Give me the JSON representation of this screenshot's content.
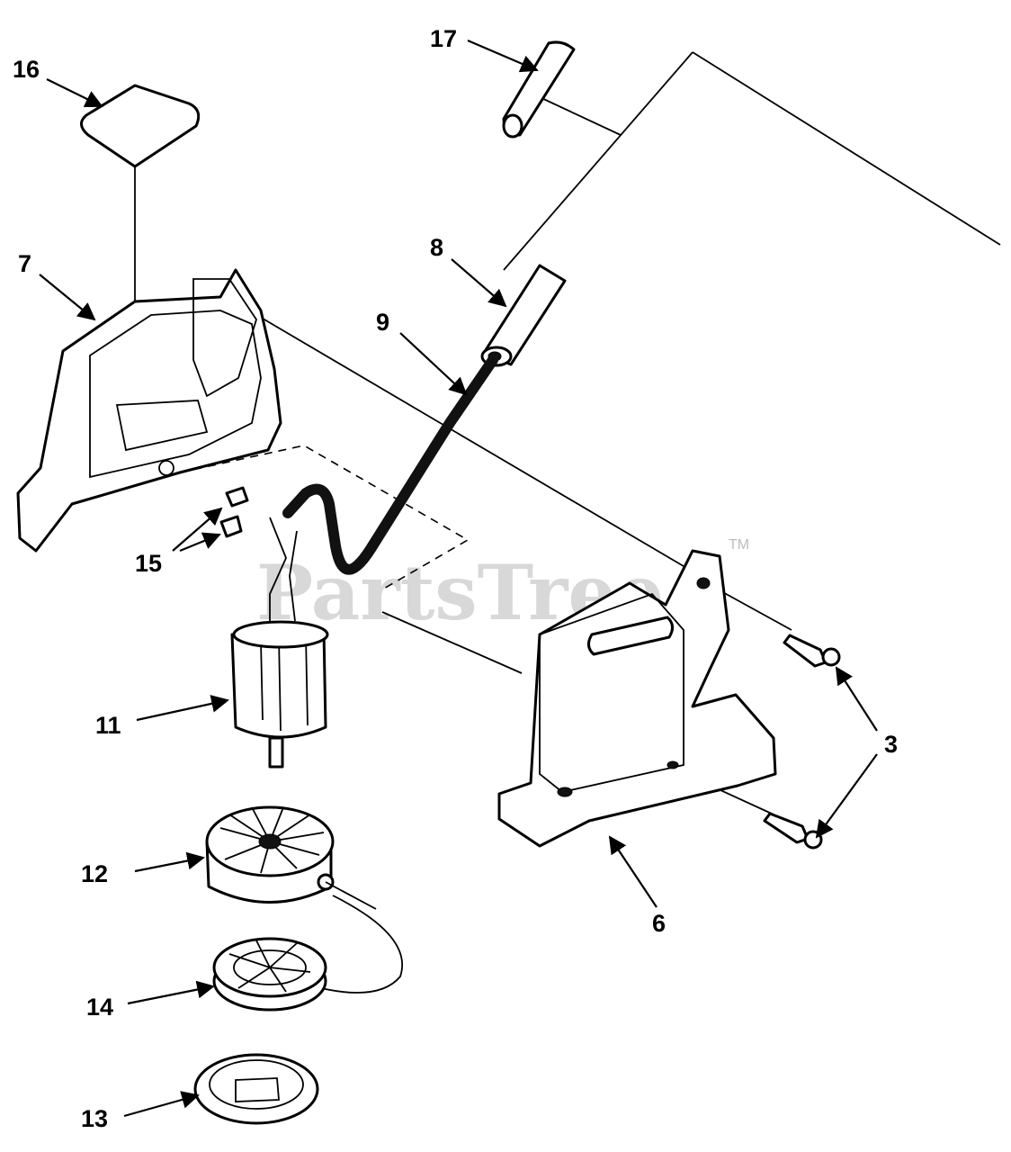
{
  "watermark": {
    "brand": "PartsTree",
    "trademark": "TM"
  },
  "callouts": [
    {
      "id": "16",
      "label": "16"
    },
    {
      "id": "17",
      "label": "17"
    },
    {
      "id": "7",
      "label": "7"
    },
    {
      "id": "8",
      "label": "8"
    },
    {
      "id": "9",
      "label": "9"
    },
    {
      "id": "15",
      "label": "15"
    },
    {
      "id": "11",
      "label": "11"
    },
    {
      "id": "3",
      "label": "3"
    },
    {
      "id": "12",
      "label": "12"
    },
    {
      "id": "6",
      "label": "6"
    },
    {
      "id": "14",
      "label": "14"
    },
    {
      "id": "13",
      "label": "13"
    }
  ]
}
